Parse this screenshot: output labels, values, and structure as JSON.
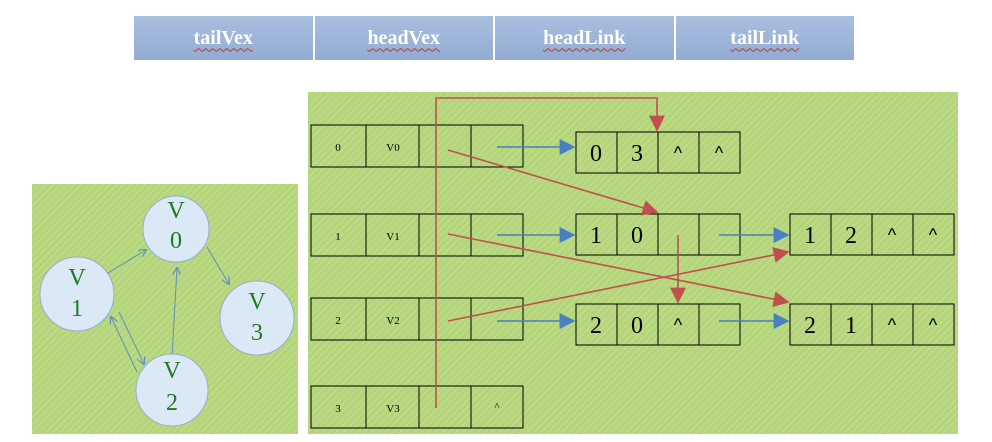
{
  "legend": {
    "fields": [
      "tailVex",
      "headVex",
      "headLink",
      "tailLink"
    ]
  },
  "vertex_table": [
    {
      "index": "0",
      "name": "V0",
      "firstin": "",
      "firstout": ""
    },
    {
      "index": "1",
      "name": "V1",
      "firstin": "",
      "firstout": ""
    },
    {
      "index": "2",
      "name": "V2",
      "firstin": "",
      "firstout": ""
    },
    {
      "index": "3",
      "name": "V3",
      "firstin": "",
      "firstout": "^"
    }
  ],
  "arc_nodes": [
    {
      "tailVex": "0",
      "headVex": "3",
      "headLink": "^",
      "tailLink": "^"
    },
    {
      "tailVex": "1",
      "headVex": "0",
      "headLink": "",
      "tailLink": ""
    },
    {
      "tailVex": "1",
      "headVex": "2",
      "headLink": "^",
      "tailLink": "^"
    },
    {
      "tailVex": "2",
      "headVex": "0",
      "headLink": "^",
      "tailLink": ""
    },
    {
      "tailVex": "2",
      "headVex": "1",
      "headLink": "^",
      "tailLink": "^"
    }
  ],
  "graph": {
    "vertices": [
      {
        "line1": "V",
        "line2": "0"
      },
      {
        "line1": "V",
        "line2": "1"
      },
      {
        "line1": "V",
        "line2": "2"
      },
      {
        "line1": "V",
        "line2": "3"
      }
    ]
  },
  "colors": {
    "panel": "#b5d57a",
    "legend": "#9fb6da",
    "tail_arrow": "#4a7fc1",
    "head_arrow": "#c0504d",
    "vertex_fill": "#dbe8f5",
    "vertex_text": "#1f7a1f"
  }
}
